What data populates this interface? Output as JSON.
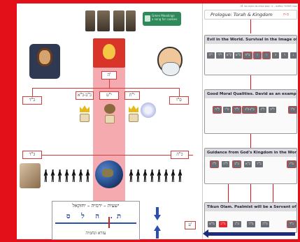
{
  "overlay_button": {
    "line1": "Green Meadings",
    "line2": "a song for cookies"
  },
  "left_stage": {
    "tags": {
      "top_red": "ה'",
      "left_mid": "כ\"ד",
      "right_mid": "ס\"ו",
      "group_l": "כ\"ב-כ\"א",
      "group_m": "י\"ט",
      "group_r": "י\"ח",
      "bottom_left": "כ\"ד",
      "bottom_right": "כ\"ה"
    },
    "timeline": {
      "title": "ישעיה – ירמיה – יחזקאל",
      "letters": "ת. ה ל ס",
      "bottom": "עזרא ונחמיה"
    },
    "side_tag": "ע'"
  },
  "right_panel": {
    "header_hebrew": "שערו לתלמידי שולחנם – כ׳: שמם כשרם את הזקנת כנה 31",
    "prologue": {
      "title": "Prologue: Torah & Kingdom",
      "range": "ב–ה"
    },
    "sections": [
      {
        "title": "Evil in the World. Survival in the Image of G-d",
        "chips": [
          "י\"ה",
          "י\"ד",
          "ק\"א",
          "כ\"א",
          "ב\"ח",
          "ז",
          "ו",
          "ה",
          "ד",
          "ג"
        ]
      },
      {
        "title": "Good Moral Qualities. David as an example",
        "chips": [
          "ל\"ה",
          "מ\"ו",
          "ל\"ד",
          "כ\"ג-כ\"ג",
          "ל\"ג",
          "ל\"ב",
          "כ\"ו"
        ]
      },
      {
        "title": "Guidance from God's Kingdom in the World",
        "chips": [
          "ל\"ו",
          "ל\"ה",
          "כ\"ב",
          "כ\"א",
          "כ\"ד",
          "מ\"ו"
        ]
      },
      {
        "title": "Tikun Olam. Psalmist will be a Servant of God",
        "chips": [
          "מ\"א",
          "מ\"ב",
          "מ\"ג",
          "מ\"ד",
          "מ\"ה",
          "נ\"ד"
        ]
      }
    ]
  }
}
